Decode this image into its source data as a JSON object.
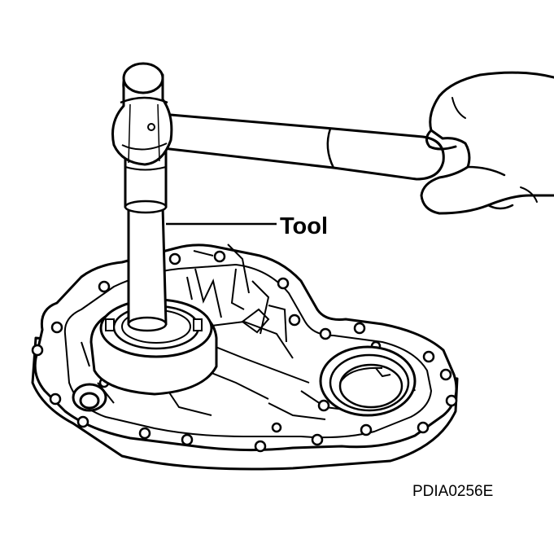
{
  "labels": {
    "tool": "Tool",
    "figure_code": "PDIA0256E"
  },
  "colors": {
    "line": "#000000",
    "background": "#ffffff"
  },
  "parts": [
    "hammer",
    "hand",
    "tool-drift",
    "transfer-case-cover",
    "oil-seal"
  ]
}
